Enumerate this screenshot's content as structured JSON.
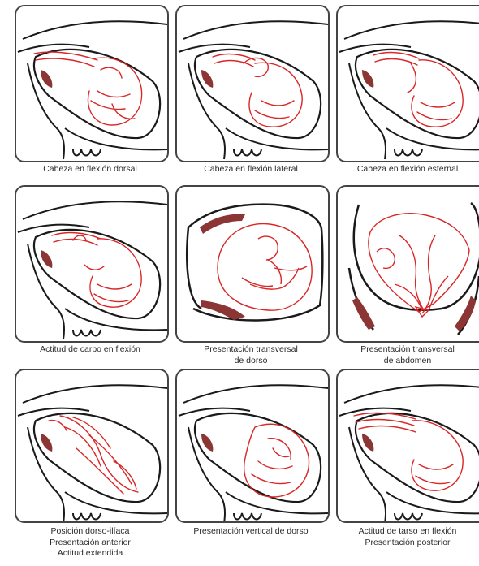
{
  "colors": {
    "fetus": "#d92626",
    "body_outline": "#1a1a1a",
    "organ": "#8b3535",
    "frame": "#444444"
  },
  "panels": [
    {
      "id": "p1",
      "view": "lateral",
      "variant": "head-dorsal",
      "caption": [
        "Cabeza en flexión dorsal"
      ]
    },
    {
      "id": "p2",
      "view": "lateral",
      "variant": "head-lateral",
      "caption": [
        "Cabeza en flexión lateral"
      ]
    },
    {
      "id": "p3",
      "view": "lateral",
      "variant": "head-sternal",
      "caption": [
        "Cabeza en flexión esternal"
      ]
    },
    {
      "id": "p4",
      "view": "lateral",
      "variant": "carpal",
      "caption": [
        "Actitud de carpo en flexión"
      ]
    },
    {
      "id": "p5",
      "view": "transverse-dorsal",
      "variant": "transverse-dorsal",
      "caption": [
        "Presentación transversal",
        "de dorso"
      ]
    },
    {
      "id": "p6",
      "view": "transverse-abdomen",
      "variant": "transverse-abdomen",
      "caption": [
        "Presentación transversal",
        "de  abdomen"
      ]
    },
    {
      "id": "p7",
      "view": "lateral",
      "variant": "dorso-iliac",
      "caption": [
        "Posición dorso-ilíaca",
        "Presentación anterior",
        "Actitud extendida"
      ]
    },
    {
      "id": "p8",
      "view": "lateral",
      "variant": "vertical-dorsal",
      "caption": [
        "Presentación vertical de dorso"
      ]
    },
    {
      "id": "p9",
      "view": "lateral",
      "variant": "tarsal",
      "caption": [
        "Actitud de tarso en flexión",
        "Presentación posterior"
      ]
    }
  ]
}
